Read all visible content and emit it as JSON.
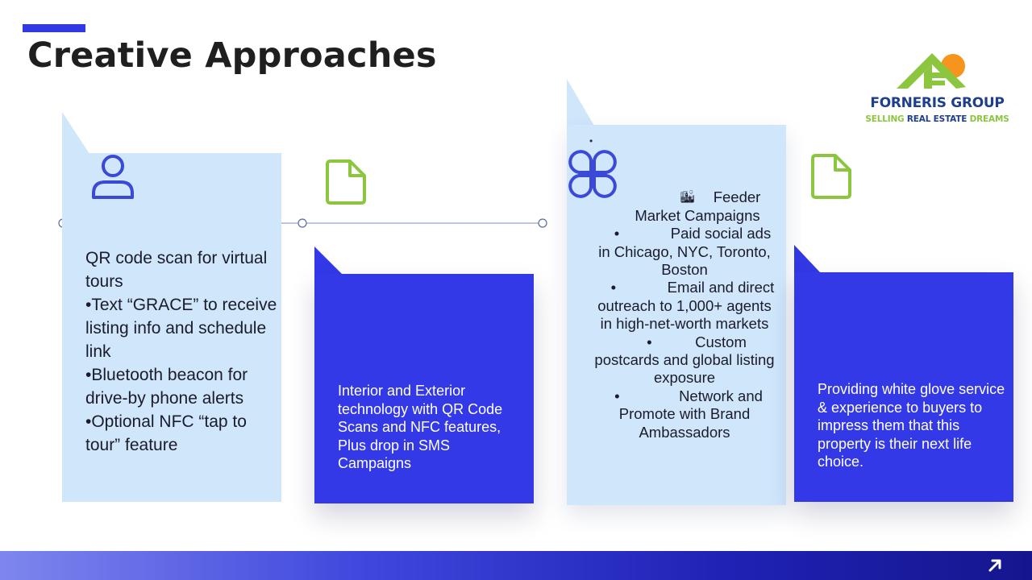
{
  "slide": {
    "title": "Creative Approaches"
  },
  "logo": {
    "name": "FORNERIS GROUP",
    "tag_part1": "SELLING ",
    "tag_part2": "REAL ESTATE",
    "tag_part3": " DREAMS",
    "colors": {
      "green": "#8cc63f",
      "orange": "#f7941d",
      "navy": "#1e3f8f"
    }
  },
  "cards": [
    {
      "icon": "user-icon",
      "lines": [
        "QR code scan for virtual tours",
        "•Text “GRACE” to receive listing info and schedule link",
        "•Bluetooth beacon for drive-by phone alerts",
        "•Optional NFC “tap to tour” feature"
      ]
    },
    {
      "icon": "document-icon",
      "text": "Interior and Exterior technology with QR Code Scans and NFC features, Plus drop in SMS Campaigns"
    },
    {
      "icon": "clover-icon",
      "bullet_dot": "•",
      "heading_emoji": "🏙",
      "heading": "Feeder Market Campaigns",
      "bullets": [
        "Paid social ads in Chicago, NYC, Toronto, Boston",
        "Email and direct outreach to 1,000+ agents in high-net-worth markets",
        "Custom postcards and global listing exposure",
        "Network and Promote with Brand Ambassadors"
      ]
    },
    {
      "icon": "document-icon",
      "text": "Providing white glove service & experience  to buyers to impress them that this property is their next life choice."
    }
  ],
  "colors": {
    "accent": "#3239e2",
    "card_light": "#cfe6fb",
    "card_dark": "#3339e6",
    "icon_blue": "#3a49d6",
    "icon_green": "#8cc63f"
  },
  "footer": {
    "icon": "arrow-up-right-icon"
  }
}
